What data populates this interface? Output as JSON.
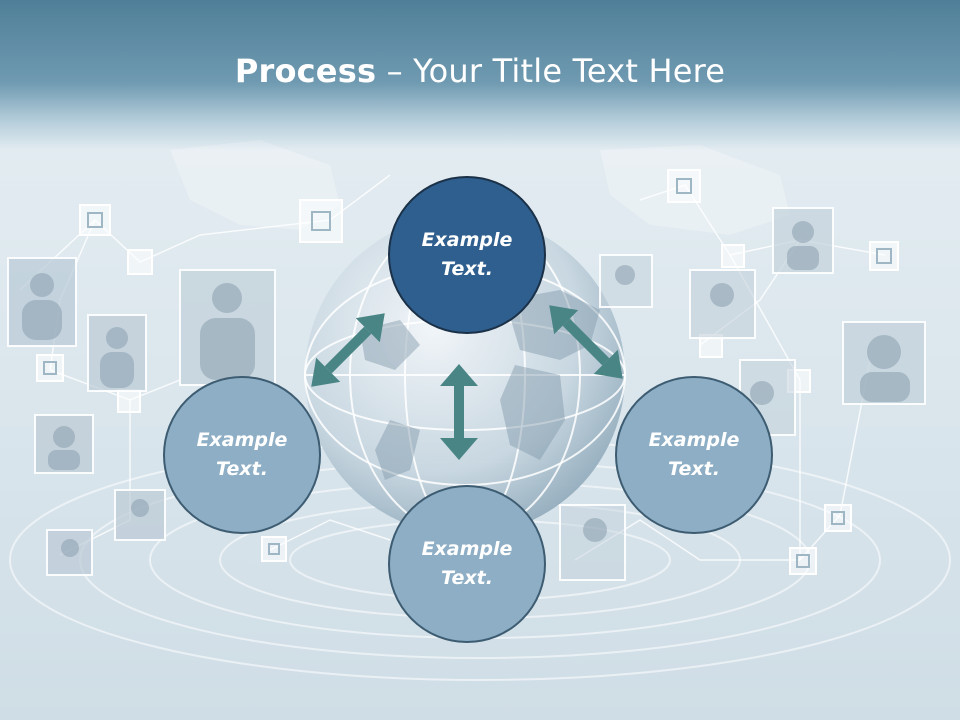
{
  "slide": {
    "title_bold": "Process",
    "title_rest": " – Your Title Text Here"
  },
  "diagram": {
    "center_node": {
      "line1": "Example",
      "line2": "Text."
    },
    "left_node": {
      "line1": "Example",
      "line2": "Text."
    },
    "right_node": {
      "line1": "Example",
      "line2": "Text."
    },
    "bottom_node": {
      "line1": "Example",
      "line2": "Text."
    },
    "arrow_color": "#4a8585",
    "main_color": "#2f5f8f",
    "side_color": "#8daec4"
  }
}
